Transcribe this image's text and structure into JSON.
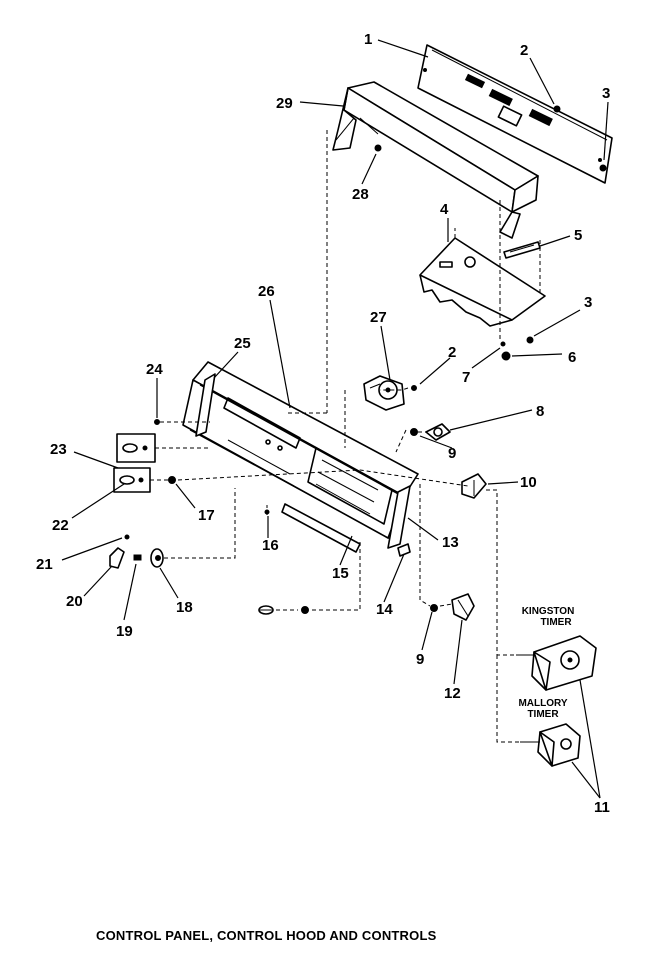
{
  "caption": "CONTROL PANEL, CONTROL HOOD AND CONTROLS",
  "callouts": {
    "c1": "1",
    "c2a": "2",
    "c2b": "2",
    "c3a": "3",
    "c3b": "3",
    "c4": "4",
    "c5": "5",
    "c6": "6",
    "c7": "7",
    "c8": "8",
    "c9a": "9",
    "c9b": "9",
    "c10": "10",
    "c11": "11",
    "c12": "12",
    "c13": "13",
    "c14": "14",
    "c15": "15",
    "c16": "16",
    "c17": "17",
    "c18": "18",
    "c19": "19",
    "c20": "20",
    "c21": "21",
    "c22": "22",
    "c23": "23",
    "c24": "24",
    "c25": "25",
    "c26": "26",
    "c27": "27",
    "c28": "28",
    "c29": "29"
  },
  "labels": {
    "kingston_line1": "KINGSTON",
    "kingston_line2": "TIMER",
    "mallory_line1": "MALLORY",
    "mallory_line2": "TIMER"
  }
}
